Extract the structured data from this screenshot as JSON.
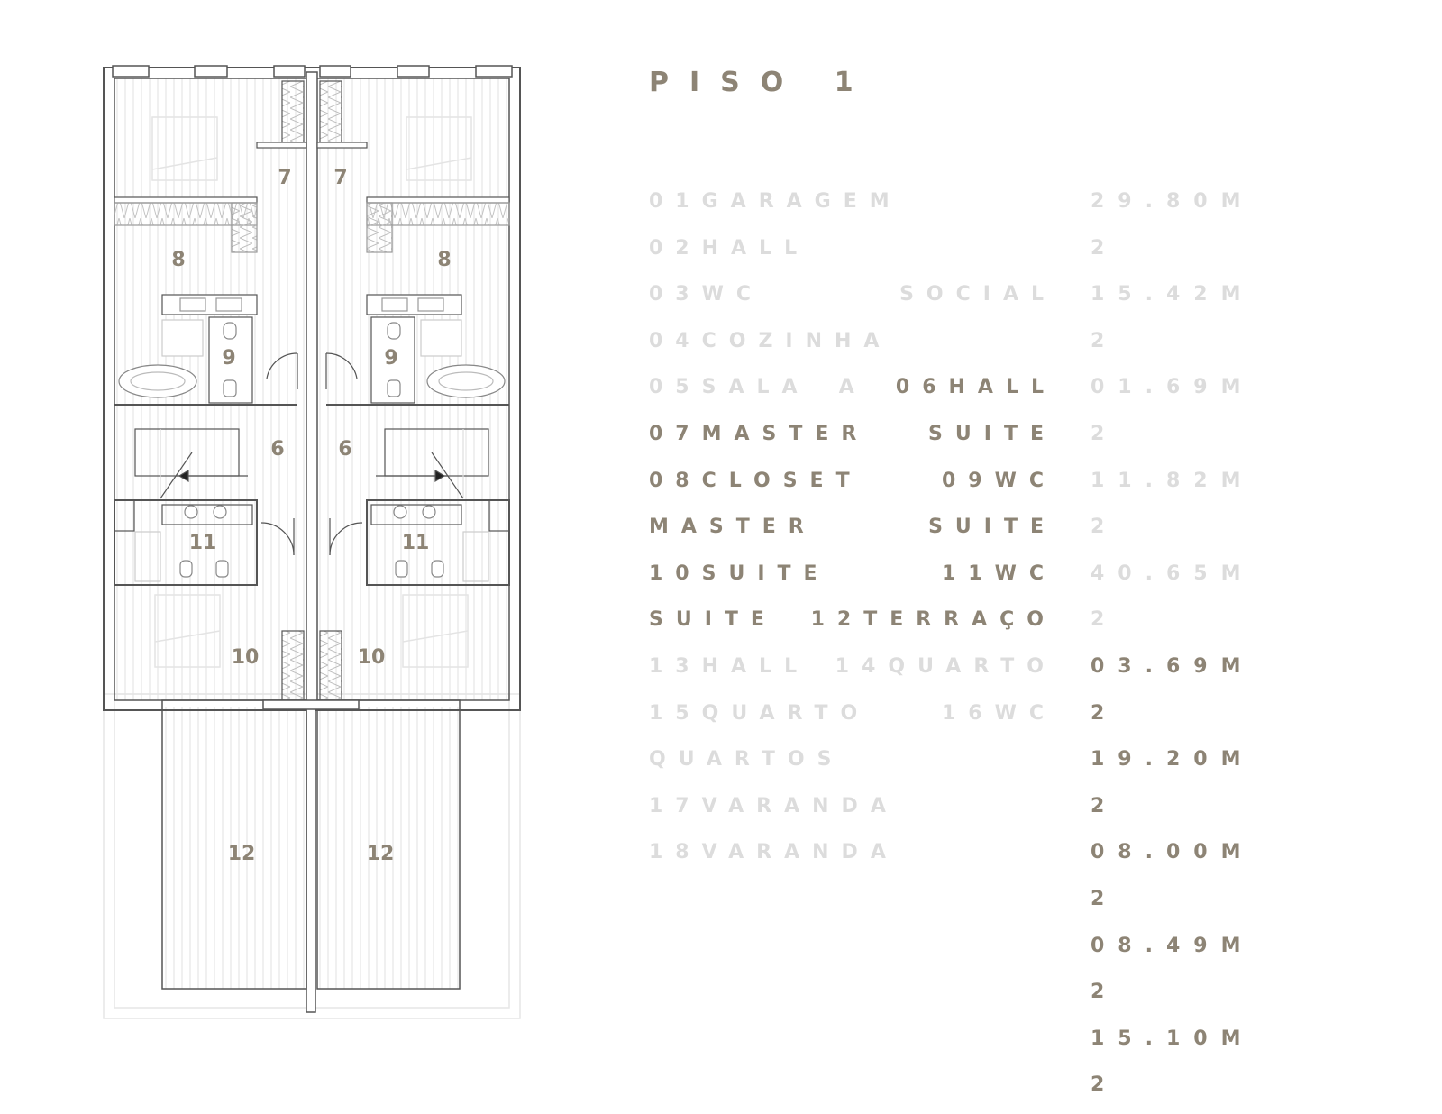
{
  "title": "PISO 1",
  "rooms_left": [
    {
      "text": "01GARAGEM",
      "tone": "faint"
    },
    {
      "text": "02HALL",
      "tone": "faint"
    },
    {
      "text": "03WC SOCIAL",
      "tone": "faint"
    },
    {
      "text": "04COZINHA",
      "tone": "faint"
    },
    {
      "text": "05SALA A",
      "tone": "faint",
      "tail": "06HALL",
      "tail_tone": "dark"
    },
    {
      "text": "07MASTER SUITE",
      "tone": "dark"
    },
    {
      "text": "08CLOSET 09WC",
      "tone": "dark"
    },
    {
      "text": "MASTER SUITE",
      "tone": "dark"
    },
    {
      "text": "10SUITE 11WC",
      "tone": "dark"
    },
    {
      "text": "SUITE 12TERRAÇO",
      "tone": "dark"
    },
    {
      "text": "13HALL 14QUARTO",
      "tone": "faint"
    },
    {
      "text": "15QUARTO 16WC",
      "tone": "faint"
    },
    {
      "text": "QUARTOS",
      "tone": "faint"
    },
    {
      "text": "17VARANDA",
      "tone": "faint"
    },
    {
      "text": "18VARANDA",
      "tone": "faint"
    }
  ],
  "areas_right": [
    {
      "text": "29.80M",
      "tone": "faint"
    },
    {
      "text": "2",
      "tone": "faint"
    },
    {
      "text": "15.42M",
      "tone": "faint"
    },
    {
      "text": "2",
      "tone": "faint"
    },
    {
      "text": "01.69M",
      "tone": "faint"
    },
    {
      "text": "2",
      "tone": "faint"
    },
    {
      "text": "11.82M",
      "tone": "faint"
    },
    {
      "text": "2",
      "tone": "faint"
    },
    {
      "text": "40.65M",
      "tone": "faint"
    },
    {
      "text": "2",
      "tone": "faint"
    },
    {
      "text": "03.69M",
      "tone": "dark"
    },
    {
      "text": "2",
      "tone": "dark"
    },
    {
      "text": "19.20M",
      "tone": "dark"
    },
    {
      "text": "2",
      "tone": "dark"
    },
    {
      "text": "08.00M",
      "tone": "dark"
    },
    {
      "text": "2",
      "tone": "dark"
    },
    {
      "text": "08.49M",
      "tone": "dark"
    },
    {
      "text": "2",
      "tone": "dark"
    },
    {
      "text": "15.10M",
      "tone": "dark"
    },
    {
      "text": "2",
      "tone": "dark"
    }
  ],
  "plan_labels": {
    "r7a": "7",
    "r7b": "7",
    "r8a": "8",
    "r8b": "8",
    "r9a": "9",
    "r9b": "9",
    "r6a": "6",
    "r6b": "6",
    "r11a": "11",
    "r11b": "11",
    "r10a": "10",
    "r10b": "10",
    "r12a": "12",
    "r12b": "12"
  },
  "colors": {
    "accent": "#8d8475",
    "faint_text": "#dcdcdc",
    "wall": "#555555",
    "hatch": "#dedede"
  }
}
